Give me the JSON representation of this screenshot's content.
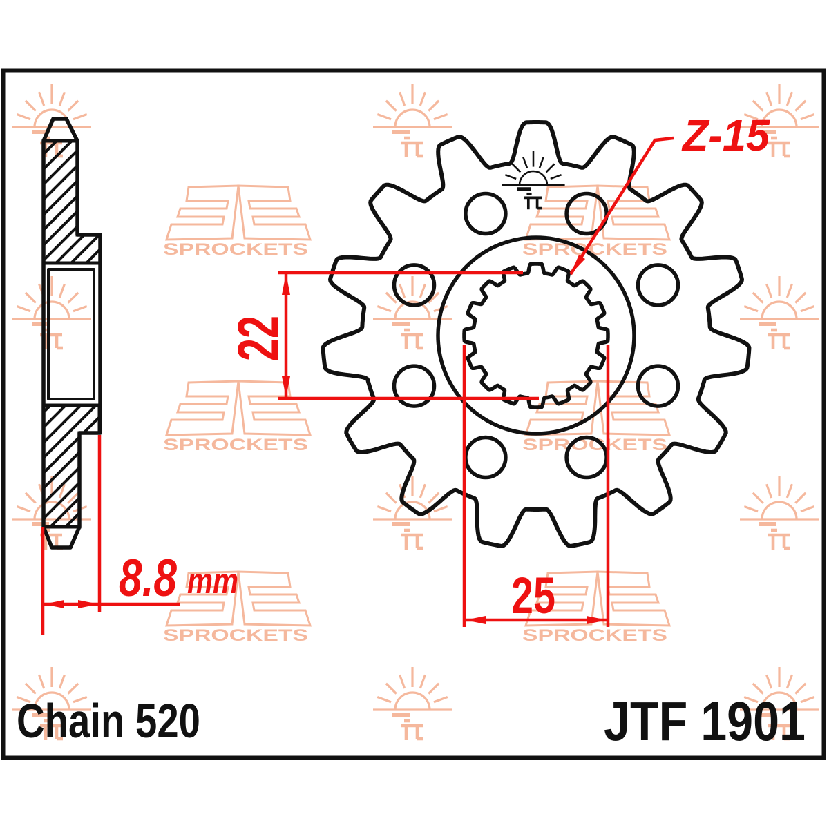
{
  "labels": {
    "chain": "Chain 520",
    "part_number": "JTF 1901",
    "teeth_callout": "Z-15",
    "bore_height": "22",
    "bore_width": "25",
    "thickness": "8.8",
    "thickness_unit": "mm"
  },
  "watermark": {
    "wordmark": "SPROCKETS",
    "mark": "jt"
  },
  "drawing": {
    "front_view": {
      "teeth": 15,
      "bolt_holes": 8,
      "spline_teeth": 16
    },
    "dimensions_mm": {
      "bore_minor": 22,
      "bore_major": 25,
      "width": 8.8
    }
  },
  "colors": {
    "line": "#111111",
    "dimension_red": "#ee1111",
    "watermark_peach": "#f5b89d",
    "background": "#ffffff"
  }
}
